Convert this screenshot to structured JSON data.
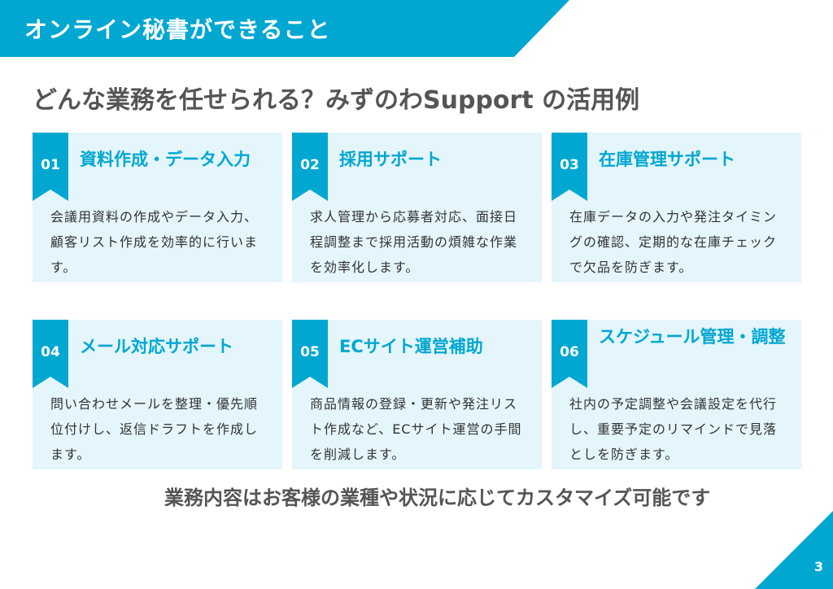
{
  "header": {
    "title": "オンライン秘書ができること"
  },
  "subtitle": "どんな業務を任せられる？みずのわSupport の活用例",
  "cards": [
    {
      "num": "01",
      "title": "資料作成・データ入力",
      "desc": "会議用資料の作成やデータ入力、顧客リスト作成を効率的に行います。"
    },
    {
      "num": "02",
      "title": "採用サポート",
      "desc": "求人管理から応募者対応、面接日程調整まで採用活動の煩雑な作業を効率化します。"
    },
    {
      "num": "03",
      "title": "在庫管理サポート",
      "desc": "在庫データの入力や発注タイミングの確認、定期的な在庫チェックで欠品を防ぎます。"
    },
    {
      "num": "04",
      "title": "メール対応サポート",
      "desc": "問い合わせメールを整理・優先順位付けし、返信ドラフトを作成します。"
    },
    {
      "num": "05",
      "title": "ECサイト運営補助",
      "desc": "商品情報の登録・更新や発注リスト作成など、ECサイト運営の手間を削減します。"
    },
    {
      "num": "06",
      "title": "スケジュール管理・調整",
      "desc": "社内の予定調整や会議設定を代行し、重要予定のリマインドで見落としを防ぎます。"
    }
  ],
  "footer_note": "業務内容はお客様の業種や状況に応じてカスタマイズ可能です",
  "page_number": "3",
  "colors": {
    "accent": "#00a7d1",
    "card_bg": "#e4f5fb",
    "heading_text": "#555555"
  }
}
